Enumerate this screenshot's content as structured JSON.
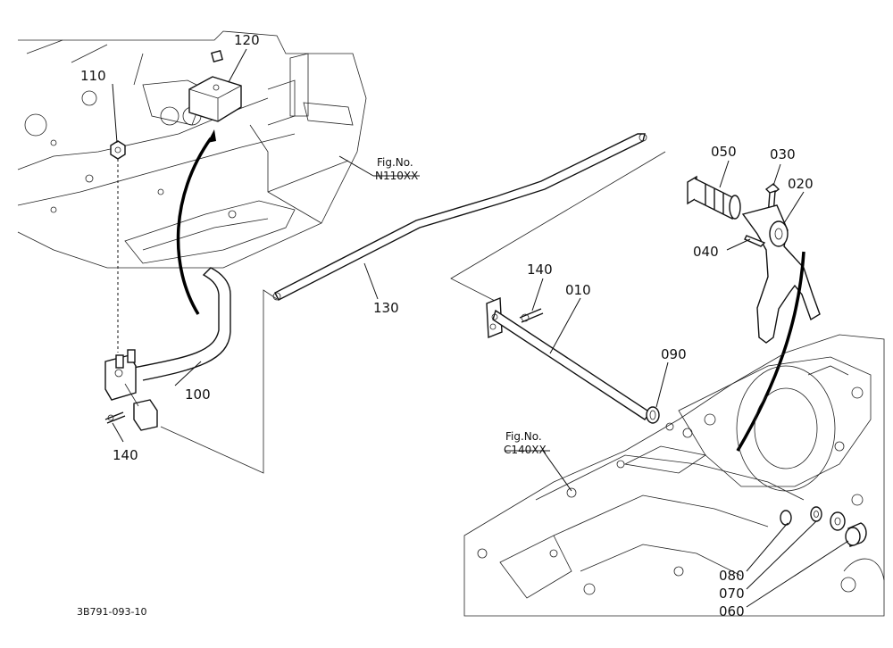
{
  "callouts": [
    {
      "id": "110",
      "text": "110"
    },
    {
      "id": "120",
      "text": "120"
    },
    {
      "id": "130",
      "text": "130"
    },
    {
      "id": "100",
      "text": "100"
    },
    {
      "id": "140a",
      "text": "140"
    },
    {
      "id": "140b",
      "text": "140"
    },
    {
      "id": "010",
      "text": "010"
    },
    {
      "id": "090",
      "text": "090"
    },
    {
      "id": "050",
      "text": "050"
    },
    {
      "id": "030",
      "text": "030"
    },
    {
      "id": "020",
      "text": "020"
    },
    {
      "id": "040",
      "text": "040"
    },
    {
      "id": "080",
      "text": "080"
    },
    {
      "id": "070",
      "text": "070"
    },
    {
      "id": "060",
      "text": "060"
    }
  ],
  "fig_refs": {
    "n110": {
      "line1": "Fig.No.",
      "line2": "N110XX"
    },
    "c140": {
      "line1": "Fig.No.",
      "line2": "C140XX"
    }
  },
  "drawing_code": "3B791-093-10"
}
